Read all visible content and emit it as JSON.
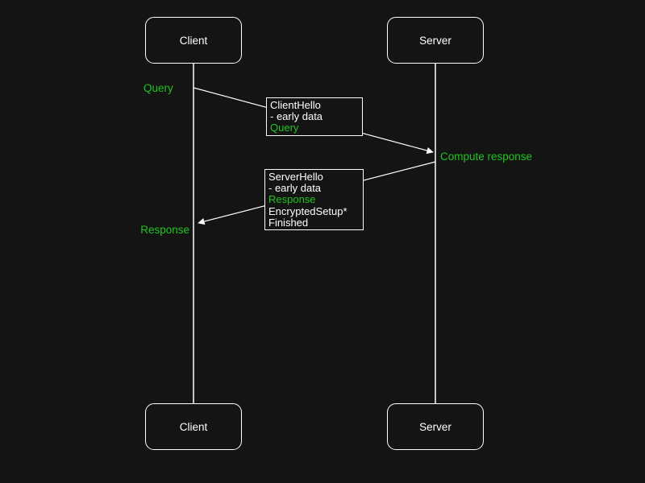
{
  "colors": {
    "background": "#141414",
    "foreground": "#ffffff",
    "accent_green": "#20c520"
  },
  "diagram": {
    "actors": {
      "client_top": "Client",
      "server_top": "Server",
      "client_bottom": "Client",
      "server_bottom": "Server"
    },
    "annotations": {
      "query": "Query",
      "compute_response": "Compute response",
      "response": "Response"
    },
    "messages": {
      "client_to_server": {
        "direction": "client-to-server",
        "lines": [
          {
            "text": "ClientHello",
            "color": "#ffffff"
          },
          {
            "text": "- early data",
            "color": "#ffffff"
          },
          {
            "text": "Query",
            "color": "#20c520"
          }
        ]
      },
      "server_to_client": {
        "direction": "server-to-client",
        "lines": [
          {
            "text": "ServerHello",
            "color": "#ffffff"
          },
          {
            "text": "- early data",
            "color": "#ffffff"
          },
          {
            "text": "Response",
            "color": "#20c520"
          },
          {
            "text": "EncryptedSetup*",
            "color": "#ffffff"
          },
          {
            "text": "Finished",
            "color": "#ffffff"
          }
        ]
      }
    }
  }
}
